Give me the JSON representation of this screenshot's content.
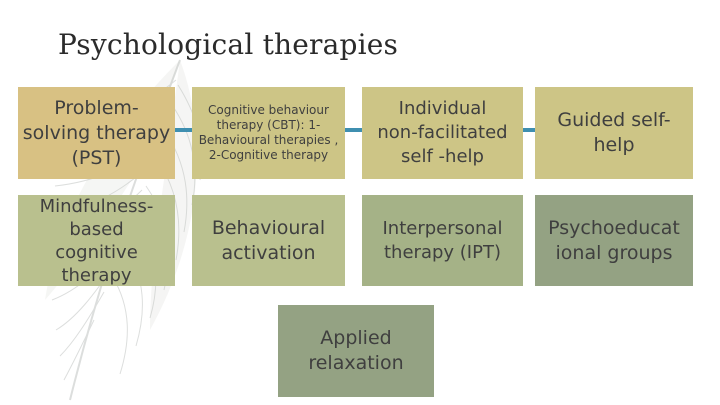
{
  "slide": {
    "title": "Psychological therapies"
  },
  "colors": {
    "tan": "#d8c183",
    "khaki": "#cdc586",
    "sage": "#b9c08e",
    "olive_green": "#a5b287",
    "gray_green": "#94a283",
    "connector": "#3f8fb0",
    "text": "#3f3f3f"
  },
  "therapies": {
    "pst": {
      "label": "Problem-solving therapy (PST)"
    },
    "cbt": {
      "label": "Cognitive behaviour therapy (CBT): 1-Behavioural therapies , 2-Cognitive therapy"
    },
    "individual_self_help": {
      "label": "Individual non-facilitated self -help"
    },
    "guided_self_help": {
      "label": "Guided self-help"
    },
    "mbct": {
      "label": "Mindfulness-based cognitive therapy"
    },
    "behavioural_activation": {
      "label": "Behavioural activation"
    },
    "ipt": {
      "label": "Interpersonal therapy (IPT)"
    },
    "psychoeducational_groups": {
      "label": "Psychoeducat ional groups"
    },
    "applied_relaxation": {
      "label": "Applied relaxation"
    }
  }
}
